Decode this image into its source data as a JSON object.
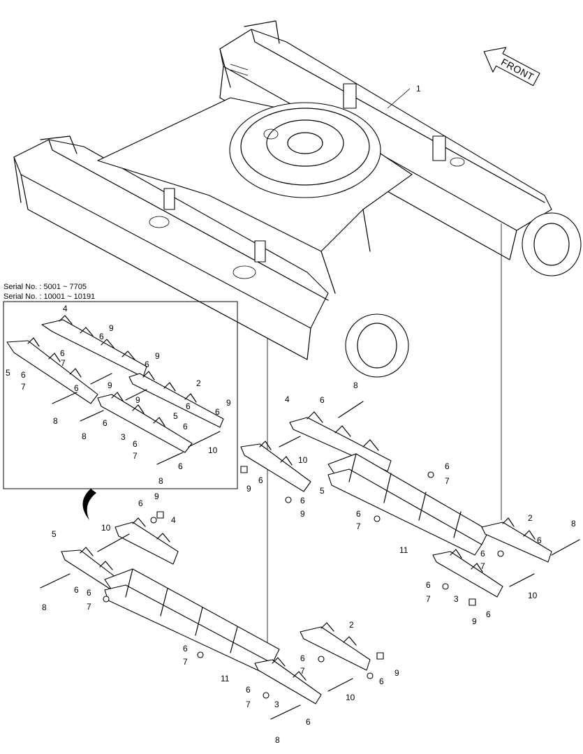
{
  "front_label": "FRONT",
  "serial_lines": [
    "Serial No. : 5001 ~ 7705",
    "Serial No. : 10001 ~ 10191"
  ],
  "callouts": {
    "frame": "1",
    "c2": "2",
    "c3": "3",
    "c4": "4",
    "c5": "5",
    "c6": "6",
    "c7": "7",
    "c8": "8",
    "c9": "9",
    "c10": "10",
    "c11": "11"
  }
}
